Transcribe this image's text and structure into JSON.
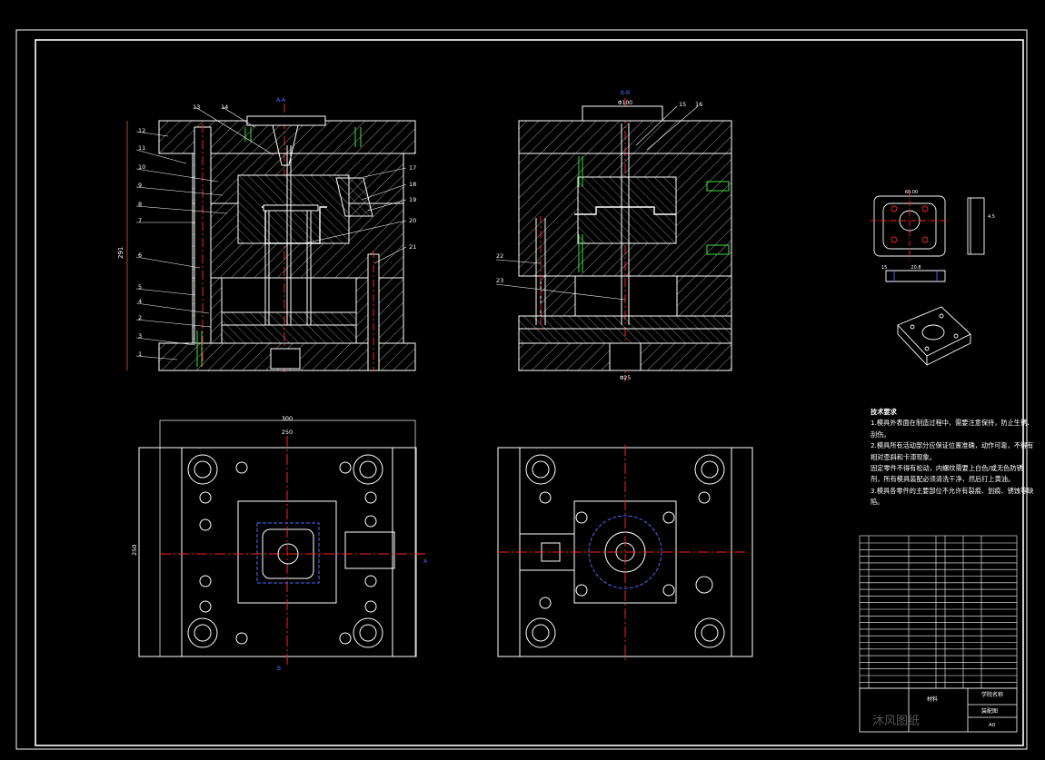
{
  "drawing": {
    "section_label_left": "A-A",
    "section_label_right": "B-B",
    "callouts_left": [
      "12",
      "11",
      "10",
      "9",
      "8",
      "7",
      "6",
      "5",
      "4",
      "2",
      "3",
      "1"
    ],
    "callouts_top_left": [
      "13",
      "14"
    ],
    "callouts_right_of_left": [
      "17",
      "18",
      "19",
      "20",
      "21"
    ],
    "callouts_top_right": [
      "15",
      "16"
    ],
    "callouts_left_of_right": [
      "22",
      "23"
    ],
    "dim_height": "291",
    "dim_ring_top": "Φ100",
    "dim_bottom": "Φ25",
    "dim_plan_outer": "300",
    "dim_plan_inner": "250",
    "dim_plan_side": "250",
    "section_marker_a": "A",
    "section_marker_b": "B",
    "part_dim_top": "60.00",
    "part_dim_side": "4.5",
    "part_dim_bottom": "20.8",
    "part_dim_left": "15"
  },
  "tech_requirements": {
    "title": "技术要求",
    "lines": [
      "1.模具外表面在制造过程中，需要注意保持，防止生锈、刮伤。",
      "2.模具所有活动部分应保证位置准确，动作可靠，不得有相对歪斜和卡滞现象。",
      "固定零件不得有松动，内螺纹需要上白色/或无色防锈剂，所有模具装配必须清洗干净，然后打上黄油。",
      "3.模具各零件的主要部位不允许有裂痕、划痕、锈蚀等缺陷。"
    ]
  },
  "title_block": {
    "material_label": "材料",
    "school": "学院名称",
    "drawing_name": "装配图",
    "scale": "A0",
    "watermark": "沐风图纸"
  },
  "colors": {
    "background": "#000000",
    "line": "#ffffff",
    "center": "#ff2020",
    "hidden": "#4a6cff",
    "bolt": "#40e040",
    "dim": "#ff6040"
  }
}
